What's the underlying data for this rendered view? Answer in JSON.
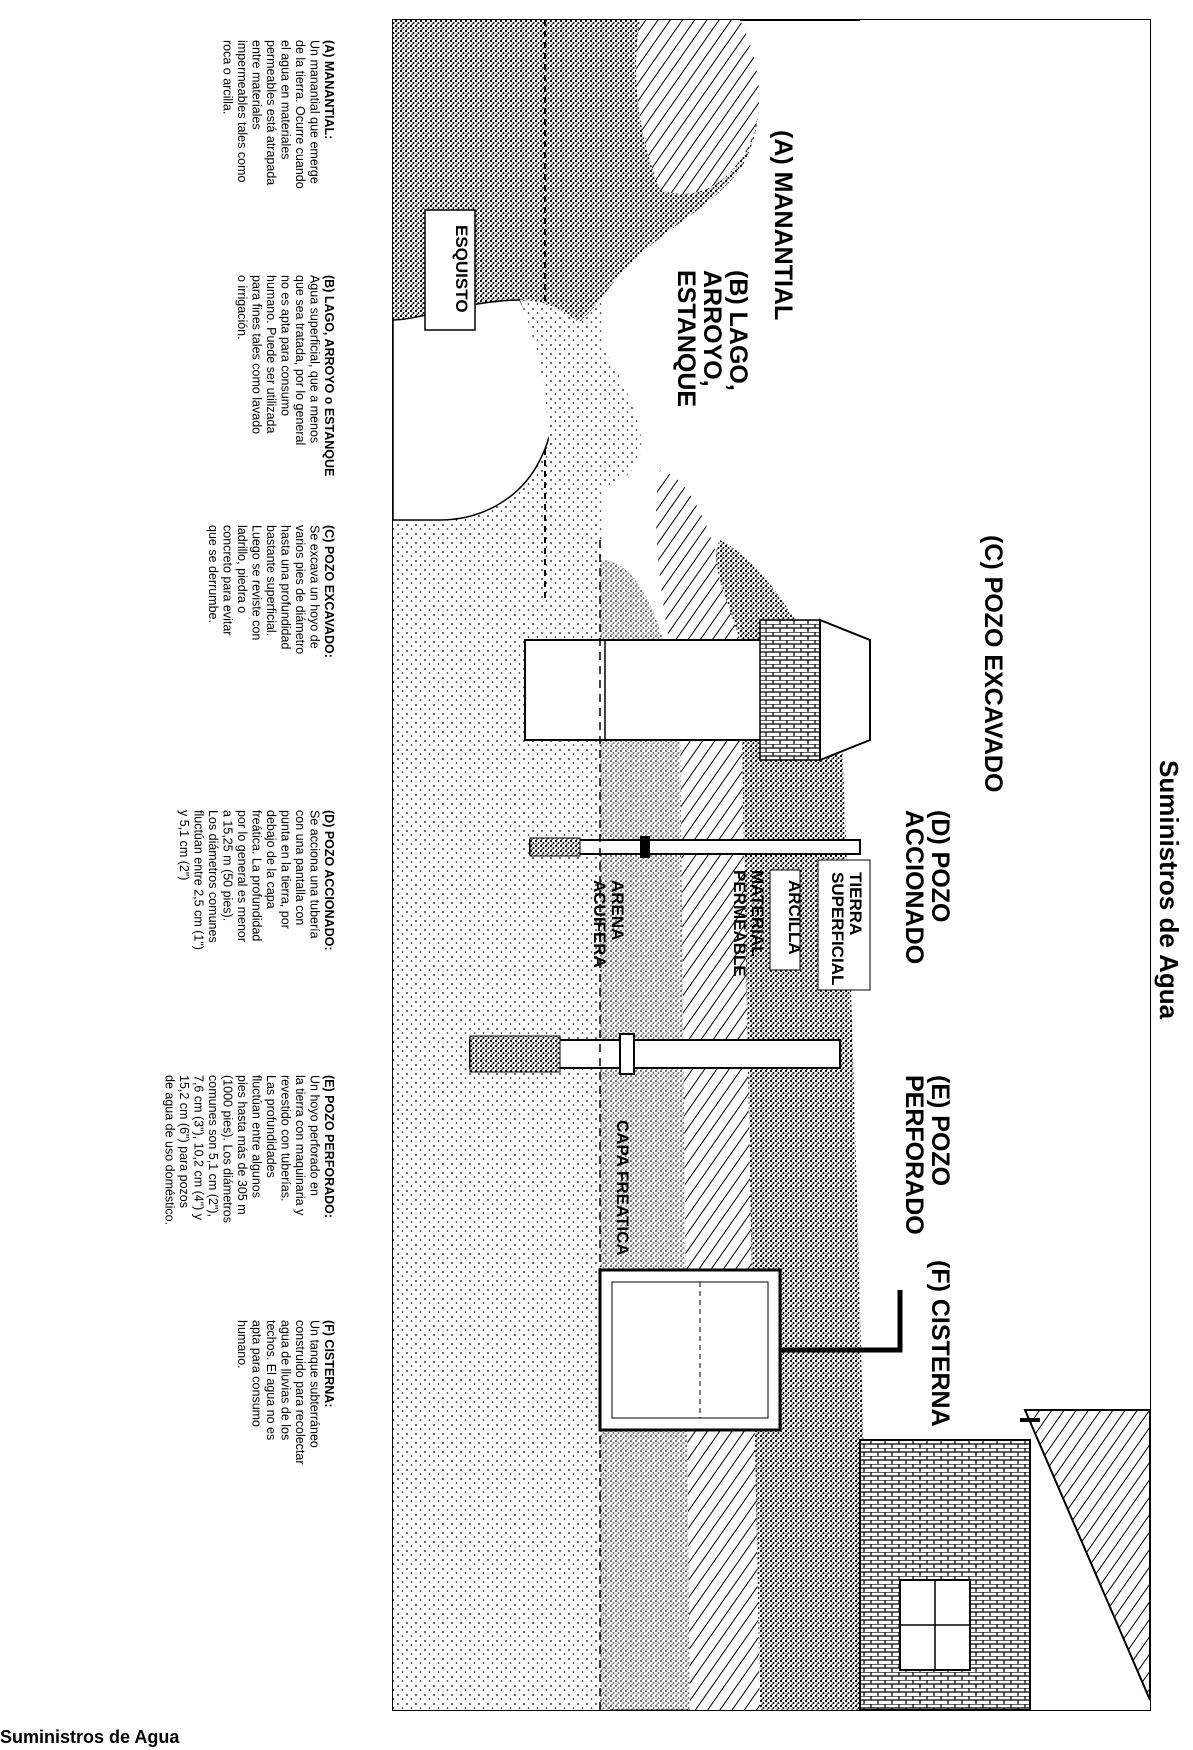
{
  "title": "Suministros de Agua",
  "labels": {
    "a": "(A) MANANTIAL",
    "b": [
      "(B) LAGO,",
      "ARROYO,",
      "ESTANQUE"
    ],
    "c": "(C) POZO EXCAVADO",
    "d": [
      "(D) POZO",
      "ACCIONADO"
    ],
    "e": [
      "(E) POZO",
      "PERFORADO"
    ],
    "f": "(F) CISTERNA",
    "esquisto": "ESQUISTO",
    "tierra": [
      "TIERRA",
      "SUPERFICIAL"
    ],
    "arcilla": "ARCILLA",
    "material": [
      "MATERIAL",
      "PERMEABLE"
    ],
    "arena": [
      "ARENA",
      "ACUIFERA"
    ],
    "capa": "CAPA FREATICA"
  },
  "descriptions": [
    {
      "lines": [
        "(A) MANANTIAL:",
        "Un manantial que emerge",
        "de la tierra. Ocurre cuando",
        "el agua en materiales",
        "permeables está atrapada",
        "entre materiales",
        "impermeables tales como",
        "roca o arcilla."
      ]
    },
    {
      "lines": [
        "(B) LAGO, ARROYO o ESTANQUE",
        "Agua superficial, que a menos",
        "que sea tratada, por lo general",
        "no es apta para consumo",
        "humano. Puede ser utilizada",
        "para fines tales como lavado",
        "o irrigación."
      ]
    },
    {
      "lines": [
        "(C) POZO EXCAVADO:",
        "Se excava un hoyo de",
        "varios pies de diámetro",
        "hasta una profundidad",
        "bastante superficial.",
        "Luego se reviste con",
        "ladrillo, piedra o",
        "concreto para evitar",
        "que se derrumbe."
      ]
    },
    {
      "lines": [
        "(D) POZO ACCIONADO:",
        "Se acciona una tubería",
        "con una pantalla con",
        "punta en la tierra, por",
        "debajo de la capa",
        "freática. La profundidad",
        "por lo general es menor",
        "a 15,25 m (50 pies).",
        "Los diámetros comunes",
        "fluctúan entre 2,5 cm (1\")",
        "y 5,1 cm (2\")"
      ]
    },
    {
      "lines": [
        "(E) POZO PERFORADO:",
        "Un hoyo perforado en",
        "la tierra con maquinaria y",
        "revestido con tuberías.",
        "Las profundidades",
        "fluctúan entre algunos",
        "pies hasta más de 305 m",
        "(1000 pies). Los diámetros",
        "comunes son 5,1 cm (2\"),",
        "7,6 cm (3\"), 10,2 cm (4\") y",
        "15,2 cm (6\") para pozos",
        "de agua de uso doméstico."
      ]
    },
    {
      "lines": [
        "(F) CISTERNA:",
        "Un tanque subterráneo",
        "construido para recolectar",
        "agua de lluvias de los",
        "techos. El agua no es",
        "apta para consumo",
        "humano."
      ]
    }
  ],
  "footer": "Suministros de Agua"
}
